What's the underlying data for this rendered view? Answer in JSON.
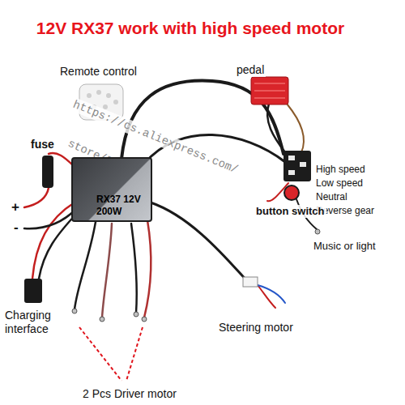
{
  "diagram": {
    "title": "12V RX37 work with high speed motor",
    "nodes": [
      {
        "text": [
          "RX37 12V 200W"
        ]
      }
    ],
    "labels": [
      "Remote control",
      "pedal",
      "https://cs.aliexpress.com/",
      "store/5882174",
      "fuse",
      "+",
      "-",
      "High speed",
      "Low speed",
      "Neutral",
      "Reverse gear",
      "button switch",
      "Music or light",
      "Charging interface",
      "Steering motor",
      "2 Pcs Driver motor"
    ]
  }
}
